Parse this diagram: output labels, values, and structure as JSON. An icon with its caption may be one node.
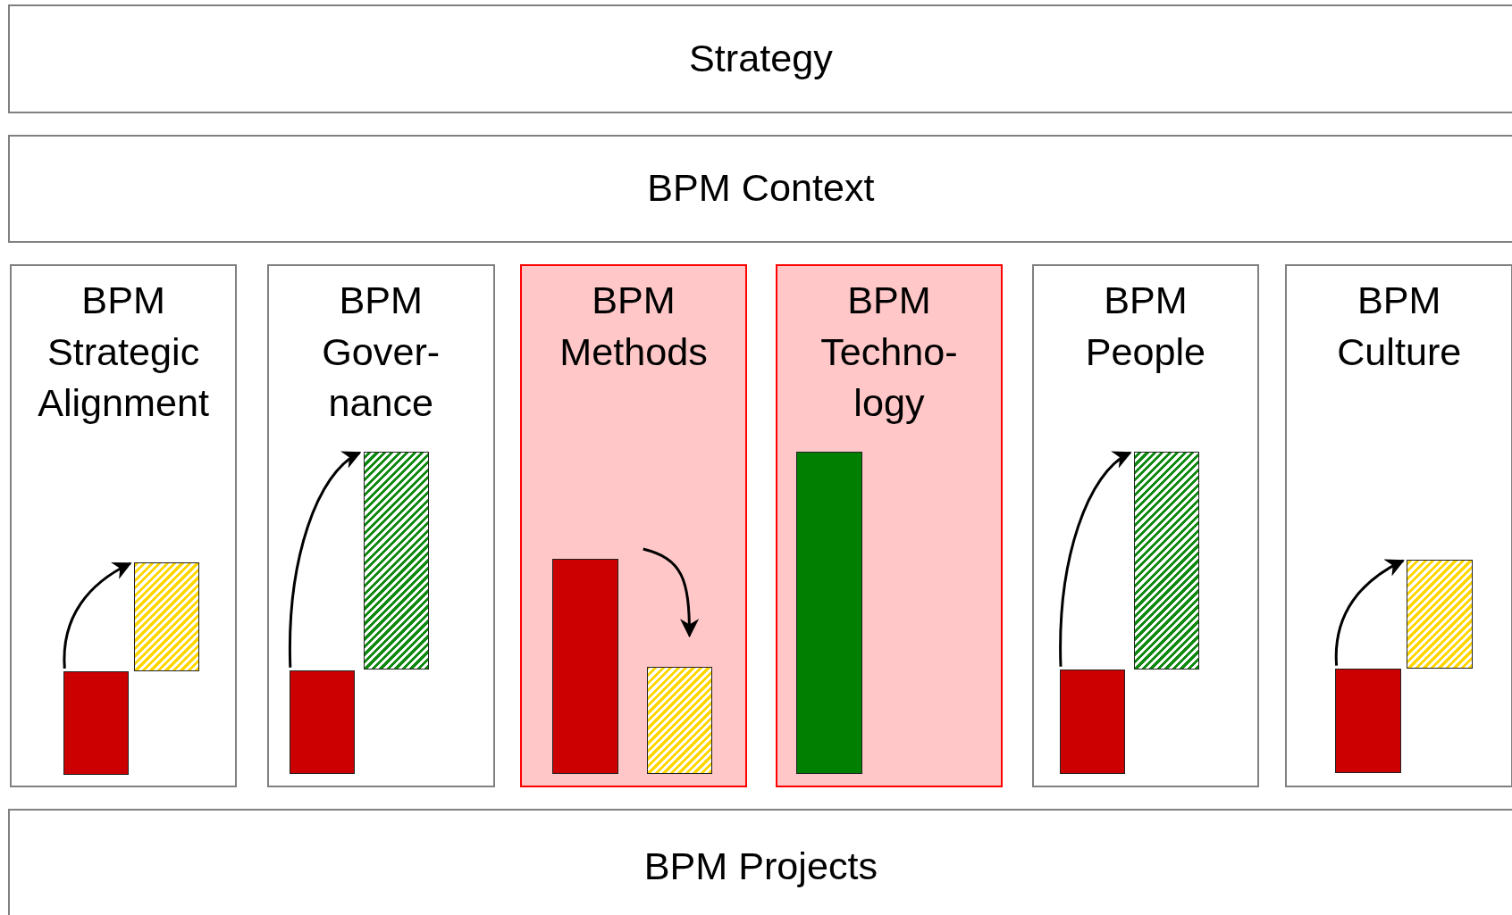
{
  "diagram": {
    "nodes": [
      {
        "text": [
          "Strategy"
        ]
      },
      {
        "text": [
          "BPM Context"
        ]
      },
      {
        "text": [
          "BPM Strategic Alignment"
        ]
      },
      {
        "text": [],
        "shape": "bar",
        "in": 2
      },
      {
        "text": [],
        "shape": "bar",
        "in": 2
      },
      {
        "text": [
          "BPM Gover- nance"
        ]
      },
      {
        "text": [],
        "shape": "bar",
        "in": 5
      },
      {
        "text": [],
        "shape": "bar",
        "in": 5
      },
      {
        "text": [
          "BPM Methods"
        ]
      },
      {
        "text": [],
        "shape": "bar",
        "in": 8
      },
      {
        "text": [],
        "shape": "bar",
        "in": 8
      },
      {
        "text": [
          "BPM Techno- logy"
        ]
      },
      {
        "text": [],
        "shape": "bar",
        "in": 11
      },
      {
        "text": [
          "BPM People"
        ]
      },
      {
        "text": [],
        "shape": "bar",
        "in": 13
      },
      {
        "text": [],
        "shape": "bar",
        "in": 13
      },
      {
        "text": [
          "BPM Culture"
        ]
      },
      {
        "text": [],
        "shape": "bar",
        "in": 16
      },
      {
        "text": [],
        "shape": "bar",
        "in": 16
      },
      {
        "text": [
          "BPM Projects"
        ]
      }
    ],
    "edges": [
      {
        "from": 3,
        "to": 4,
        "arrow": "to"
      },
      {
        "from": 6,
        "to": 7,
        "arrow": "to"
      },
      {
        "from": 9,
        "to": 10,
        "arrow": "to"
      },
      {
        "from": 14,
        "to": 15,
        "arrow": "to"
      },
      {
        "from": 17,
        "to": 18,
        "arrow": "to"
      }
    ]
  }
}
